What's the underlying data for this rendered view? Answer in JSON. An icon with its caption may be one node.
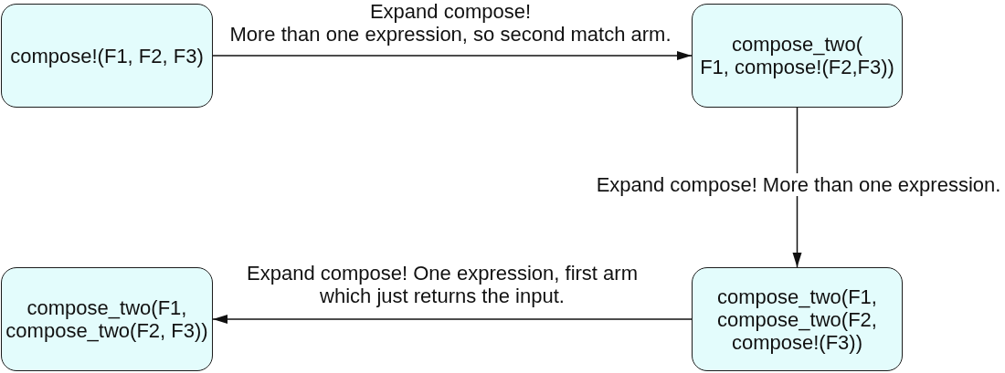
{
  "diagram": {
    "nodes": [
      {
        "text": [
          "compose!(F1, F2, F3)"
        ]
      },
      {
        "text": [
          "compose_two( F1, compose!(F2,F3))"
        ]
      },
      {
        "text": [
          "compose_two(F1, compose_two(F2, compose!(F3))"
        ]
      },
      {
        "text": [
          "compose_two(F1, compose_two(F2, F3))"
        ]
      }
    ],
    "edges": [
      {
        "from": 0,
        "to": 1,
        "arrow": "to",
        "label": "Expand compose! More than one expression, so second match arm."
      },
      {
        "from": 1,
        "to": 2,
        "arrow": "to",
        "label": "Expand compose! More than one expression."
      },
      {
        "from": 2,
        "to": 3,
        "arrow": "to",
        "label": "Expand compose! One expression, first arm which just returns the input."
      }
    ]
  }
}
